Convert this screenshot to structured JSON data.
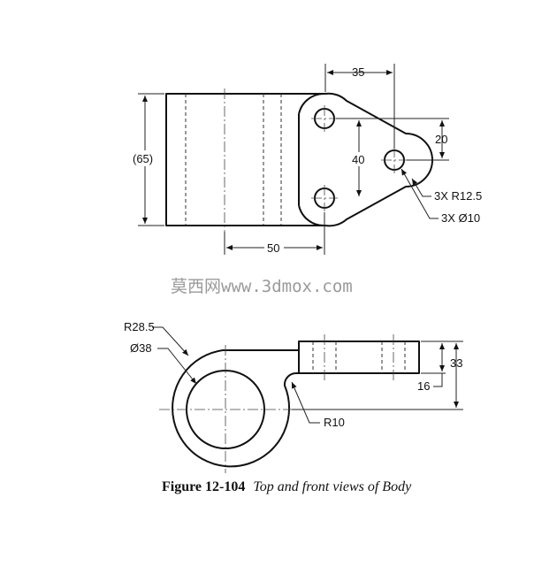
{
  "top_view": {
    "dims": {
      "d35": "35",
      "d20": "20",
      "d65": "(65)",
      "d40": "40",
      "r12_5": "3X R12.5",
      "dia10": "3X Ø10",
      "d50": "50"
    }
  },
  "front_view": {
    "dims": {
      "r28_5": "R28.5",
      "dia38": "Ø38",
      "d33": "33",
      "d16": "16",
      "r10": "R10"
    }
  },
  "watermark": {
    "cn": "莫西网",
    "url": "www.3dmox.com"
  },
  "caption": {
    "number": "Figure 12-104",
    "text": "Top and front views of Body"
  }
}
